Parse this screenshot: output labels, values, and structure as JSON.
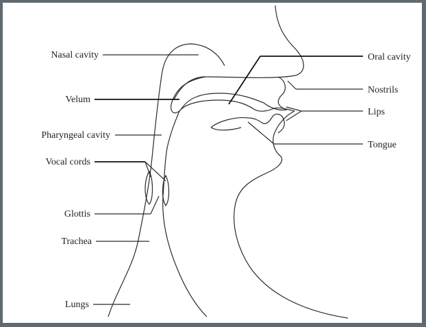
{
  "labels": {
    "nasal_cavity": "Nasal cavity",
    "velum": "Velum",
    "pharyngeal_cavity": "Pharyngeal cavity",
    "vocal_cords": "Vocal cords",
    "glottis": "Glottis",
    "trachea": "Trachea",
    "lungs": "Lungs",
    "oral_cavity": "Oral cavity",
    "nostrils": "Nostrils",
    "lips": "Lips",
    "tongue": "Tongue"
  },
  "colors": {
    "frame": "#5f6a70",
    "background": "#ffffff",
    "ink": "#222222"
  }
}
